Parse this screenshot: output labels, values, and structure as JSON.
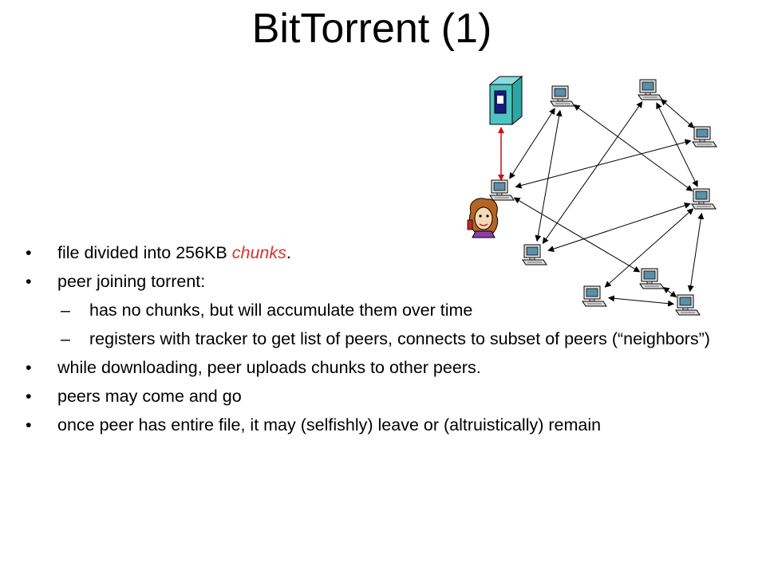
{
  "slide": {
    "title": "BitTorrent (1)"
  },
  "bullets": {
    "b1_pre": "file divided into 256KB ",
    "b1_em": "chunks",
    "b1_post": ".",
    "b2": "peer joining torrent:",
    "b2_sub1": "has no chunks, but will accumulate them over time",
    "b2_sub2": "registers with tracker to get list of peers, connects to subset of peers (“neighbors”)",
    "b3": "while downloading,  peer uploads chunks to other peers.",
    "b4": "peers may come and go",
    "b5": "once peer has entire file, it may (selfishly) leave or (altruistically) remain"
  },
  "symbols": {
    "bullet": "•",
    "dash": "–"
  },
  "colors": {
    "tracker_link": "#cc1111",
    "peer_link": "#000000",
    "tracker_body": "#4dc4c4",
    "monitor_screen": "#5c8fa8",
    "emphasis": "#d9352a"
  },
  "icons": {
    "tracker": "server-icon",
    "peer": "computer-icon",
    "user": "person-face-icon"
  }
}
